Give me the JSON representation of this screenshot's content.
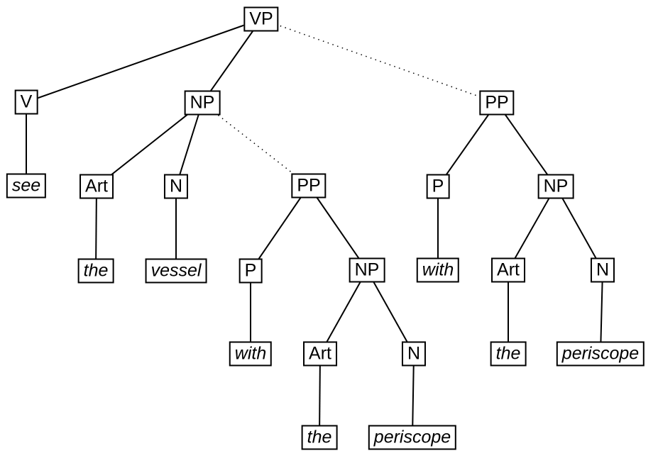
{
  "colors": {
    "background": "#ffffff",
    "line": "#000000",
    "box_border": "#000000",
    "text": "#000000"
  },
  "diagram": {
    "type": "constituency-parse-tree",
    "nodes": {
      "vp": {
        "label": "VP",
        "kind": "category"
      },
      "v": {
        "label": "V",
        "kind": "category"
      },
      "np1": {
        "label": "NP",
        "kind": "category"
      },
      "pp_right": {
        "label": "PP",
        "kind": "category"
      },
      "see": {
        "label": "see",
        "kind": "word"
      },
      "art1": {
        "label": "Art",
        "kind": "category"
      },
      "n1": {
        "label": "N",
        "kind": "category"
      },
      "pp_mid": {
        "label": "PP",
        "kind": "category"
      },
      "p_right": {
        "label": "P",
        "kind": "category"
      },
      "np_right": {
        "label": "NP",
        "kind": "category"
      },
      "the1": {
        "label": "the",
        "kind": "word"
      },
      "vessel": {
        "label": "vessel",
        "kind": "word"
      },
      "p_mid": {
        "label": "P",
        "kind": "category"
      },
      "np_mid": {
        "label": "NP",
        "kind": "category"
      },
      "with_right": {
        "label": "with",
        "kind": "word"
      },
      "art_right": {
        "label": "Art",
        "kind": "category"
      },
      "n_right": {
        "label": "N",
        "kind": "category"
      },
      "with_mid": {
        "label": "with",
        "kind": "word"
      },
      "art_mid": {
        "label": "Art",
        "kind": "category"
      },
      "n_mid": {
        "label": "N",
        "kind": "category"
      },
      "the_right": {
        "label": "the",
        "kind": "word"
      },
      "periscope_right": {
        "label": "periscope",
        "kind": "word"
      },
      "the_mid": {
        "label": "the",
        "kind": "word"
      },
      "periscope_mid": {
        "label": "periscope",
        "kind": "word"
      }
    },
    "edges": [
      {
        "from": "vp",
        "to": "v",
        "style": "solid"
      },
      {
        "from": "vp",
        "to": "np1",
        "style": "solid"
      },
      {
        "from": "vp",
        "to": "pp_right",
        "style": "dotted"
      },
      {
        "from": "v",
        "to": "see",
        "style": "solid"
      },
      {
        "from": "np1",
        "to": "art1",
        "style": "solid"
      },
      {
        "from": "np1",
        "to": "n1",
        "style": "solid"
      },
      {
        "from": "np1",
        "to": "pp_mid",
        "style": "dotted"
      },
      {
        "from": "art1",
        "to": "the1",
        "style": "solid"
      },
      {
        "from": "n1",
        "to": "vessel",
        "style": "solid"
      },
      {
        "from": "pp_mid",
        "to": "p_mid",
        "style": "solid"
      },
      {
        "from": "pp_mid",
        "to": "np_mid",
        "style": "solid"
      },
      {
        "from": "p_mid",
        "to": "with_mid",
        "style": "solid"
      },
      {
        "from": "np_mid",
        "to": "art_mid",
        "style": "solid"
      },
      {
        "from": "np_mid",
        "to": "n_mid",
        "style": "solid"
      },
      {
        "from": "art_mid",
        "to": "the_mid",
        "style": "solid"
      },
      {
        "from": "n_mid",
        "to": "periscope_mid",
        "style": "solid"
      },
      {
        "from": "pp_right",
        "to": "p_right",
        "style": "solid"
      },
      {
        "from": "pp_right",
        "to": "np_right",
        "style": "solid"
      },
      {
        "from": "p_right",
        "to": "with_right",
        "style": "solid"
      },
      {
        "from": "np_right",
        "to": "art_right",
        "style": "solid"
      },
      {
        "from": "np_right",
        "to": "n_right",
        "style": "solid"
      },
      {
        "from": "art_right",
        "to": "the_right",
        "style": "solid"
      },
      {
        "from": "n_right",
        "to": "periscope_right",
        "style": "solid"
      }
    ]
  }
}
